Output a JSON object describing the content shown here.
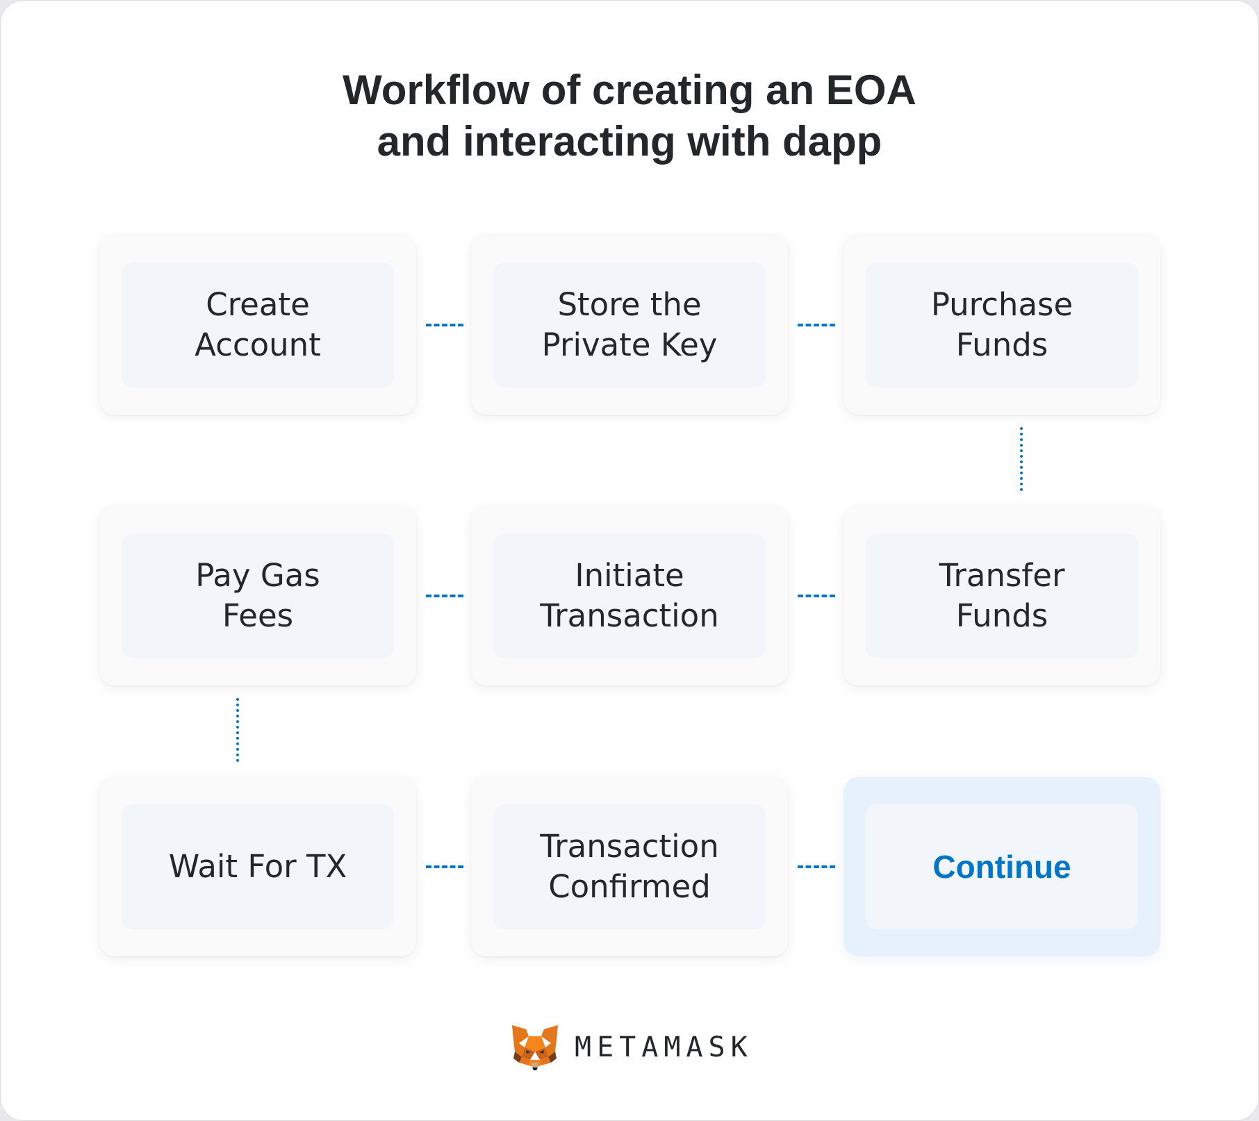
{
  "title": {
    "line1": "Workflow of creating an EOA",
    "line2": "and interacting with dapp"
  },
  "steps": [
    {
      "line1": "Create",
      "line2": "Account"
    },
    {
      "line1": "Store the",
      "line2": "Private Key"
    },
    {
      "line1": "Purchase",
      "line2": "Funds"
    },
    {
      "line1": "Pay Gas",
      "line2": "Fees"
    },
    {
      "line1": "Initiate",
      "line2": "Transaction"
    },
    {
      "line1": "Transfer",
      "line2": "Funds"
    },
    {
      "line1": "Wait For TX"
    },
    {
      "line1": "Transaction",
      "line2": "Confirmed"
    },
    {
      "line1": "Continue"
    }
  ],
  "footer": {
    "brand": "METAMASK",
    "logo_icon": "metamask-fox-icon"
  },
  "colors": {
    "accent": "#0376c9",
    "text": "#24272a",
    "card": "#fafafa",
    "card_inner": "#f2f6fb",
    "highlight_card": "#e7f1fb",
    "fox_orange": "#e2761b"
  }
}
